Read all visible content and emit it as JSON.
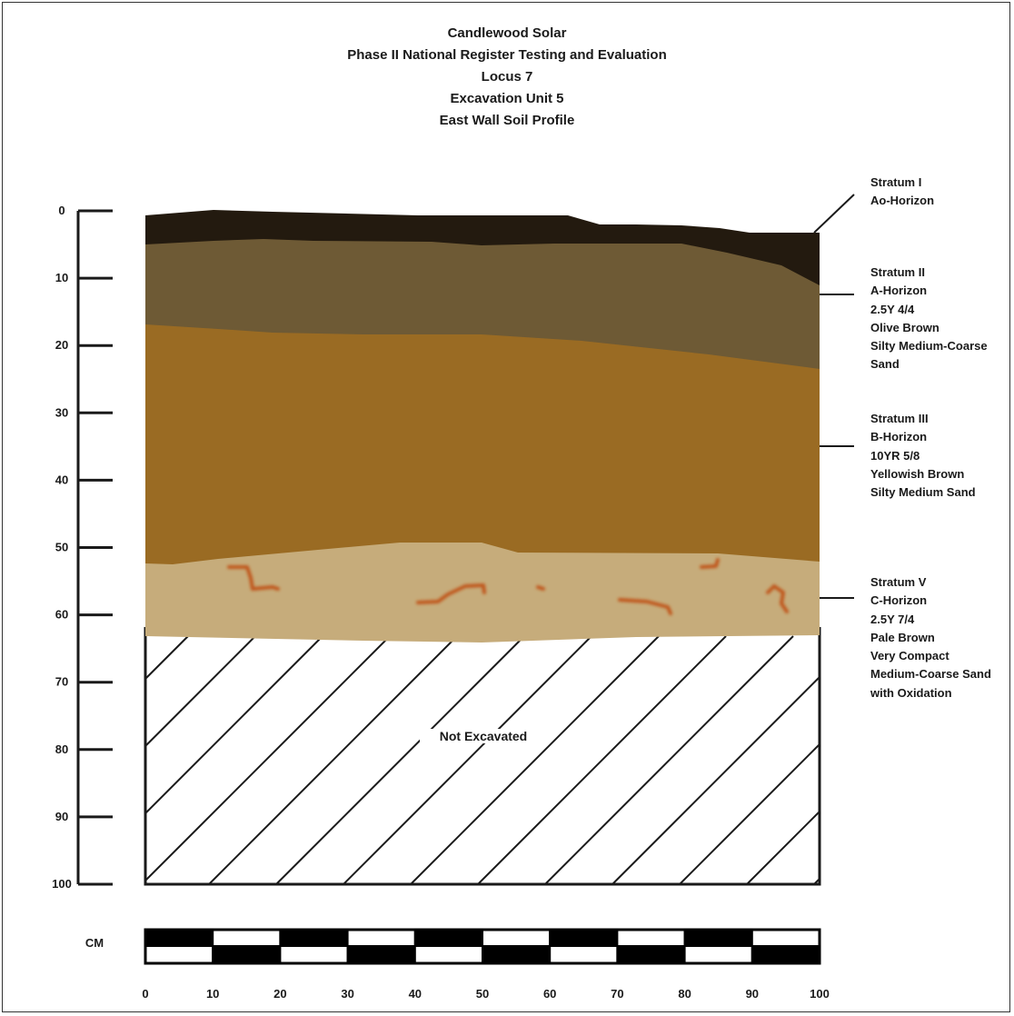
{
  "title": {
    "line1": "Candlewood Solar",
    "line2": "Phase II National Register Testing and Evaluation",
    "line3": "Locus 7",
    "line4": "Excavation Unit 5",
    "line5": "East Wall Soil Profile"
  },
  "depth_axis": {
    "ticks": [
      "0",
      "10",
      "20",
      "30",
      "40",
      "50",
      "60",
      "70",
      "80",
      "90",
      "100"
    ]
  },
  "scale_bar": {
    "unit_label": "CM",
    "ticks": [
      "0",
      "10",
      "20",
      "30",
      "40",
      "50",
      "60",
      "70",
      "80",
      "90",
      "100"
    ]
  },
  "strata": [
    {
      "id": "stratum-i",
      "lines": [
        "Stratum I",
        "Ao-Horizon"
      ],
      "color": "#231a0f"
    },
    {
      "id": "stratum-ii",
      "lines": [
        "Stratum II",
        "A-Horizon",
        "2.5Y 4/4",
        "Olive Brown",
        "Silty Medium-Coarse",
        "Sand"
      ],
      "color": "#6e5a35"
    },
    {
      "id": "stratum-iii",
      "lines": [
        "Stratum III",
        "B-Horizon",
        "10YR 5/8",
        "Yellowish Brown",
        "Silty Medium Sand"
      ],
      "color": "#9a6b23"
    },
    {
      "id": "stratum-v",
      "lines": [
        "Stratum V",
        "C-Horizon",
        "2.5Y 7/4",
        "Pale Brown",
        "Very Compact",
        "Medium-Coarse Sand",
        "with Oxidation"
      ],
      "color": "#c6ac7b"
    }
  ],
  "oxidation_color": "#c0561e",
  "not_excavated_label": "Not Excavated"
}
